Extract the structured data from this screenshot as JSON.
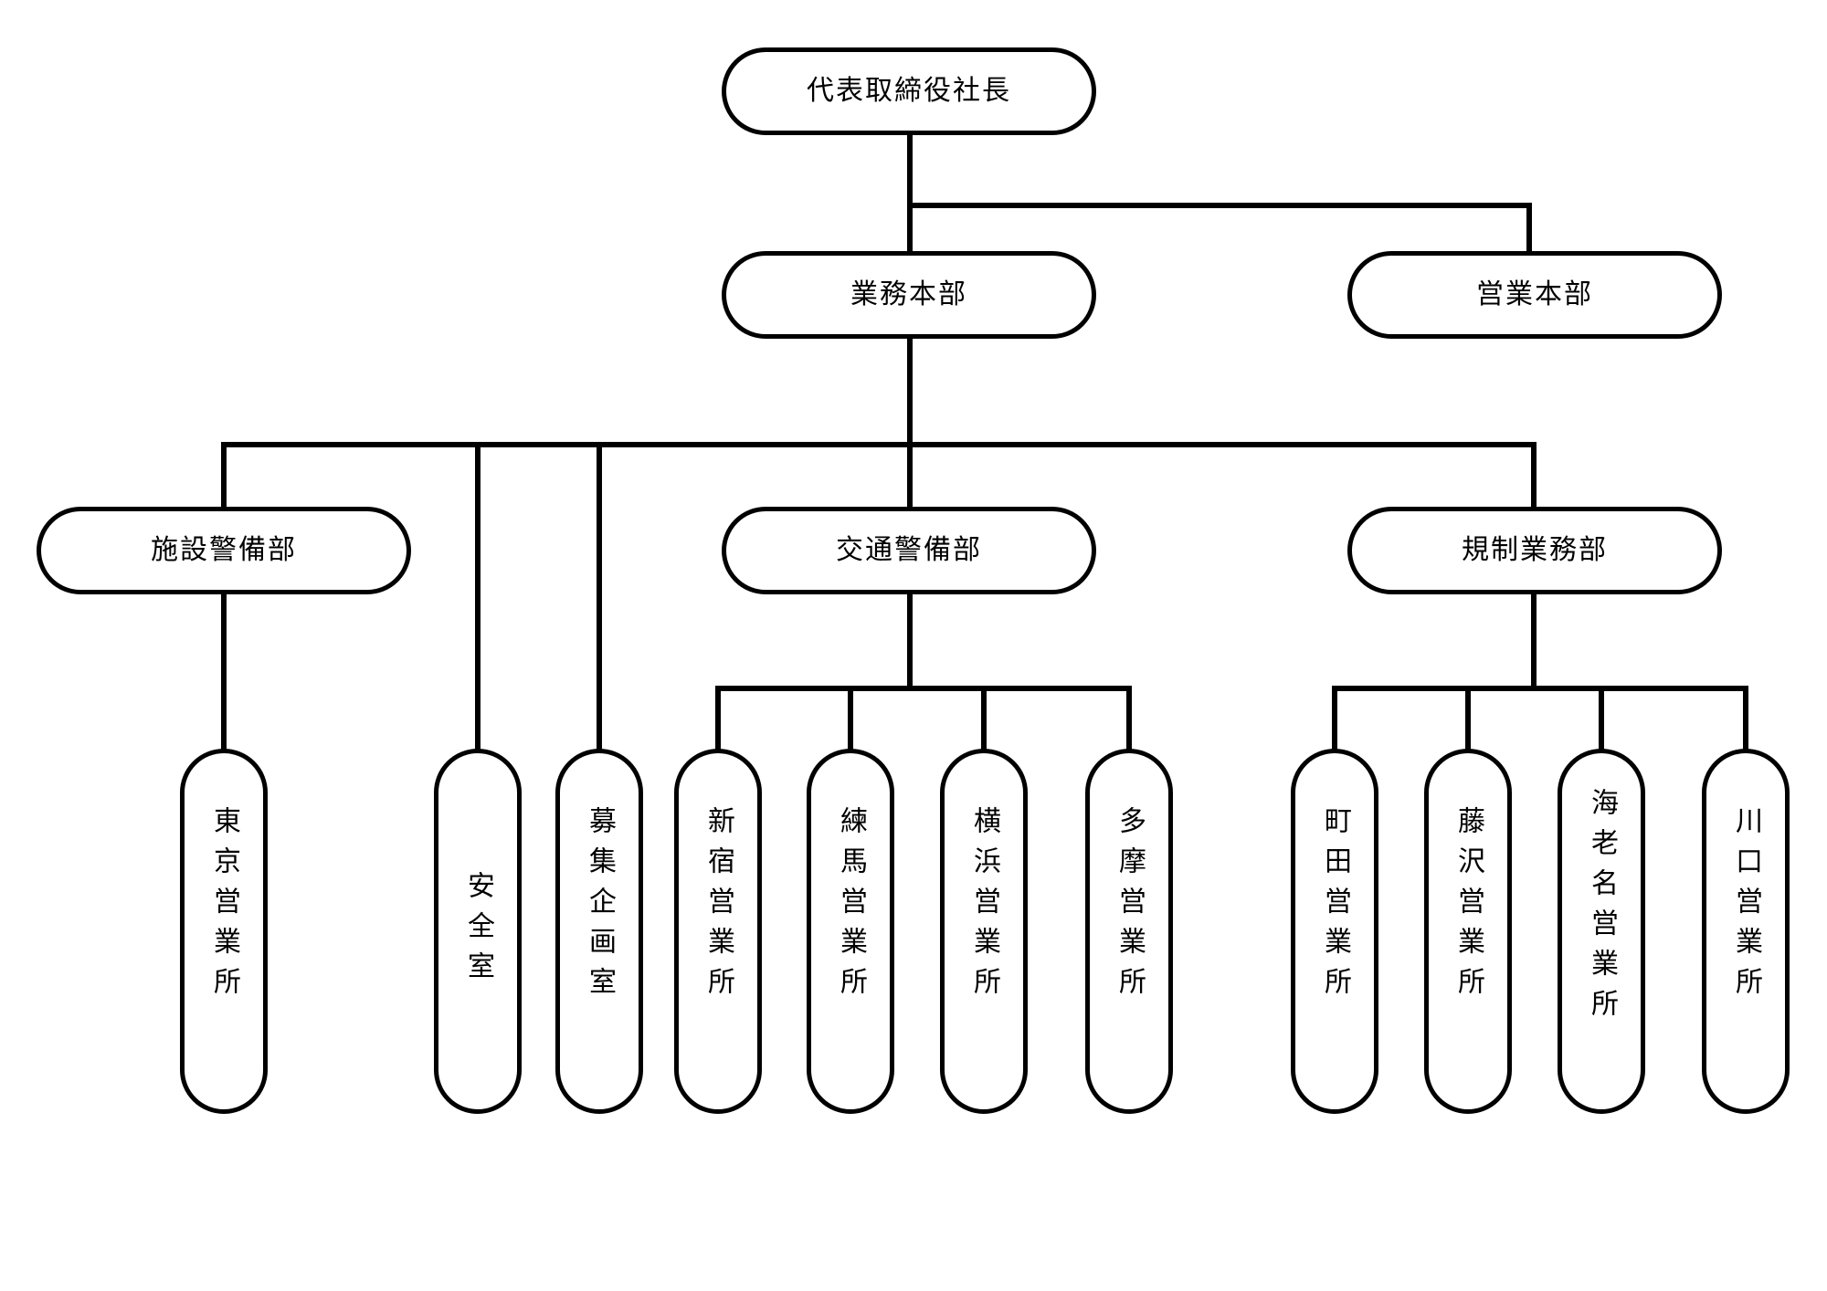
{
  "chart_data": {
    "type": "diagram",
    "diagram_kind": "organization-chart",
    "orientation": "top-down",
    "title": "",
    "node_shape": "rounded-pill",
    "line_color": "#000000",
    "node_fill": "#ffffff",
    "node_border": "#000000",
    "nodes": [
      {
        "id": "ceo",
        "label": "代表取締役社長",
        "level": 1,
        "text_direction": "horizontal"
      },
      {
        "id": "gyomu",
        "label": "業務本部",
        "level": 2,
        "text_direction": "horizontal"
      },
      {
        "id": "eigyo",
        "label": "営業本部",
        "level": 2,
        "text_direction": "horizontal"
      },
      {
        "id": "shisetsu",
        "label": "施設警備部",
        "level": 3,
        "text_direction": "horizontal"
      },
      {
        "id": "kotsu",
        "label": "交通警備部",
        "level": 3,
        "text_direction": "horizontal"
      },
      {
        "id": "kisei",
        "label": "規制業務部",
        "level": 3,
        "text_direction": "horizontal"
      },
      {
        "id": "tokyo",
        "label": "東京営業所",
        "level": 4,
        "text_direction": "vertical"
      },
      {
        "id": "anzen",
        "label": "安全室",
        "level": 4,
        "text_direction": "vertical"
      },
      {
        "id": "boshu",
        "label": "募集企画室",
        "level": 4,
        "text_direction": "vertical"
      },
      {
        "id": "shinjuku",
        "label": "新宿営業所",
        "level": 4,
        "text_direction": "vertical"
      },
      {
        "id": "nerima",
        "label": "練馬営業所",
        "level": 4,
        "text_direction": "vertical"
      },
      {
        "id": "yokohama",
        "label": "横浜営業所",
        "level": 4,
        "text_direction": "vertical"
      },
      {
        "id": "tama",
        "label": "多摩営業所",
        "level": 4,
        "text_direction": "vertical"
      },
      {
        "id": "machida",
        "label": "町田営業所",
        "level": 4,
        "text_direction": "vertical"
      },
      {
        "id": "fujisawa",
        "label": "藤沢営業所",
        "level": 4,
        "text_direction": "vertical"
      },
      {
        "id": "ebina",
        "label": "海老名営業所",
        "level": 4,
        "text_direction": "vertical"
      },
      {
        "id": "kawaguchi",
        "label": "川口営業所",
        "level": 4,
        "text_direction": "vertical"
      }
    ],
    "edges": [
      {
        "from": "ceo",
        "to": "gyomu"
      },
      {
        "from": "ceo",
        "to": "eigyo"
      },
      {
        "from": "gyomu",
        "to": "shisetsu"
      },
      {
        "from": "gyomu",
        "to": "anzen"
      },
      {
        "from": "gyomu",
        "to": "boshu"
      },
      {
        "from": "gyomu",
        "to": "kotsu"
      },
      {
        "from": "gyomu",
        "to": "kisei"
      },
      {
        "from": "shisetsu",
        "to": "tokyo"
      },
      {
        "from": "kotsu",
        "to": "shinjuku"
      },
      {
        "from": "kotsu",
        "to": "nerima"
      },
      {
        "from": "kotsu",
        "to": "yokohama"
      },
      {
        "from": "kotsu",
        "to": "tama"
      },
      {
        "from": "kisei",
        "to": "machida"
      },
      {
        "from": "kisei",
        "to": "fujisawa"
      },
      {
        "from": "kisei",
        "to": "ebina"
      },
      {
        "from": "kisei",
        "to": "kawaguchi"
      }
    ]
  },
  "org": {
    "ceo": {
      "label": "代表取締役社長"
    },
    "gyomu": {
      "label": "業務本部"
    },
    "eigyo": {
      "label": "営業本部"
    },
    "shisetsu": {
      "label": "施設警備部"
    },
    "kotsu": {
      "label": "交通警備部"
    },
    "kisei": {
      "label": "規制業務部"
    },
    "tokyo": {
      "label": "東京営業所"
    },
    "anzen": {
      "label": "安全室"
    },
    "boshu": {
      "label": "募集企画室"
    },
    "shinjuku": {
      "label": "新宿営業所"
    },
    "nerima": {
      "label": "練馬営業所"
    },
    "yokohama": {
      "label": "横浜営業所"
    },
    "tama": {
      "label": "多摩営業所"
    },
    "machida": {
      "label": "町田営業所"
    },
    "fujisawa": {
      "label": "藤沢営業所"
    },
    "ebina": {
      "label": "海老名営業所"
    },
    "kawaguchi": {
      "label": "川口営業所"
    }
  }
}
